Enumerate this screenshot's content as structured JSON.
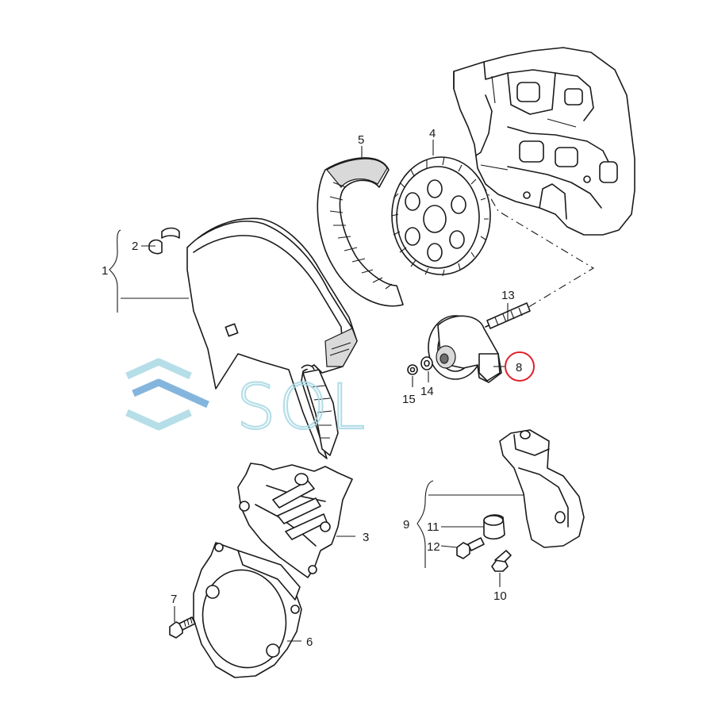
{
  "diagram": {
    "callouts": [
      {
        "id": "c1",
        "label": "1"
      },
      {
        "id": "c2",
        "label": "2"
      },
      {
        "id": "c3",
        "label": "3"
      },
      {
        "id": "c4",
        "label": "4"
      },
      {
        "id": "c5",
        "label": "5"
      },
      {
        "id": "c6",
        "label": "6"
      },
      {
        "id": "c7",
        "label": "7"
      },
      {
        "id": "c8",
        "label": "8",
        "highlighted": true
      },
      {
        "id": "c9",
        "label": "9"
      },
      {
        "id": "c10",
        "label": "10"
      },
      {
        "id": "c11",
        "label": "11"
      },
      {
        "id": "c12",
        "label": "12"
      },
      {
        "id": "c13",
        "label": "13"
      },
      {
        "id": "c14",
        "label": "14"
      },
      {
        "id": "c15",
        "label": "15"
      }
    ],
    "highlight_color": "#e0202a"
  },
  "watermark": {
    "text": "SOL",
    "color": "#a9d9e4",
    "logo_icon": "stacked-chevrons-logo-icon"
  }
}
